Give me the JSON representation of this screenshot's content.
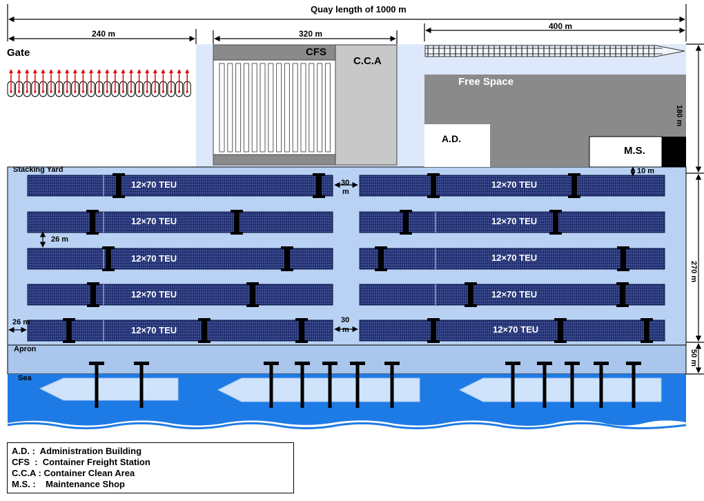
{
  "dimensions": {
    "quay_length": "Quay length of 1000 m",
    "gate_width": "240 m",
    "cfs_width": "320 m",
    "free_width": "400 m",
    "upper_depth": "180 m",
    "yard_depth": "270 m",
    "apron_depth": "50 m",
    "road_gap": "10 m",
    "row_gap": "26 m",
    "edge_gap": "26 m",
    "aisle_top_num": "30",
    "aisle_top_unit": "m",
    "aisle_bottom_num": "30",
    "aisle_bottom_unit": "m"
  },
  "areas": {
    "gate": "Gate",
    "cfs": "CFS",
    "cca": "C.C.A",
    "free_space": "Free Space",
    "ad": "A.D.",
    "ms": "M.S.",
    "stacking_yard": "Stacking Yard",
    "apron": "Apron",
    "sea": "Sea"
  },
  "blocks": [
    "12×70 TEU",
    "12×70 TEU",
    "12×70 TEU",
    "12×70 TEU",
    "12×70 TEU",
    "12×70 TEU",
    "12×70 TEU",
    "12×70 TEU",
    "12×70 TEU",
    "12×70 TEU"
  ],
  "legend": [
    "A.D. :  Administration Building",
    "CFS  :  Container Freight Station",
    "C.C.A : Container Clean Area",
    "M.S. :    Maintenance Shop"
  ],
  "colors": {
    "yard": "#b9d2f4",
    "container": "#1c2a6b",
    "sea": "#1e7be6",
    "ship": "#cfe3fb",
    "building_gray": "#8a8a8a",
    "gate_arrow": "#e00000"
  }
}
